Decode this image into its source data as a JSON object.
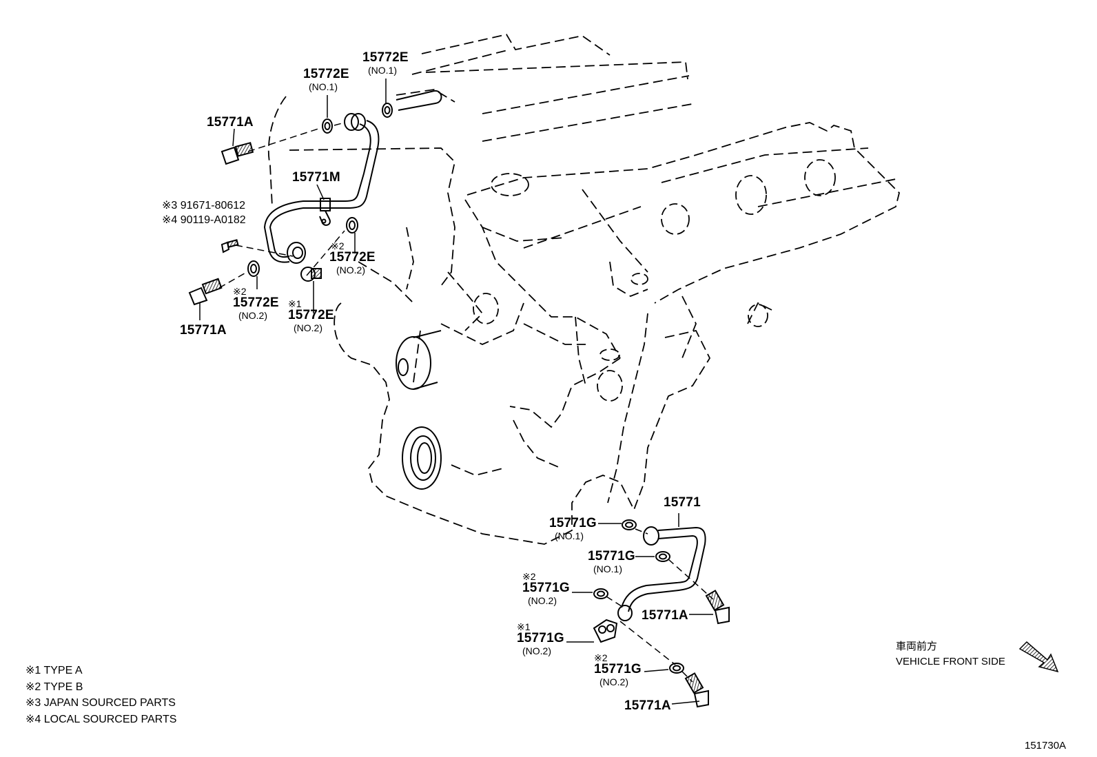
{
  "callouts": {
    "c1": {
      "part": "15772E",
      "note": "(NO.1)"
    },
    "c2": {
      "part": "15772E",
      "note": "(NO.1)"
    },
    "c3": {
      "part": "15771A"
    },
    "c4": {
      "part": "15771M"
    },
    "c5": {
      "lines": [
        "※3 91671-80612",
        "※4 90119-A0182"
      ]
    },
    "c6": {
      "mark": "※2",
      "part": "15772E",
      "note": "(NO.2)"
    },
    "c7": {
      "mark": "※2",
      "part": "15772E",
      "note": "(NO.2)"
    },
    "c8": {
      "mark": "※1",
      "part": "15772E",
      "note": "(NO.2)"
    },
    "c9": {
      "part": "15771A"
    },
    "c10": {
      "part": "15771"
    },
    "c11": {
      "part": "15771G",
      "note": "(NO.1)"
    },
    "c12": {
      "part": "15771G",
      "note": "(NO.1)"
    },
    "c13": {
      "mark": "※2",
      "part": "15771G",
      "note": "(NO.2)"
    },
    "c14": {
      "part": "15771A"
    },
    "c15": {
      "mark": "※1",
      "part": "15771G",
      "note": "(NO.2)"
    },
    "c16": {
      "mark": "※2",
      "part": "15771G",
      "note": "(NO.2)"
    },
    "c17": {
      "part": "15771A"
    }
  },
  "legend": [
    "※1 TYPE A",
    "※2 TYPE B",
    "※3 JAPAN SOURCED PARTS",
    "※4 LOCAL SOURCED PARTS"
  ],
  "front": {
    "jp": "車両前方",
    "en": "VEHICLE FRONT SIDE"
  },
  "illustration_code": "151730A"
}
